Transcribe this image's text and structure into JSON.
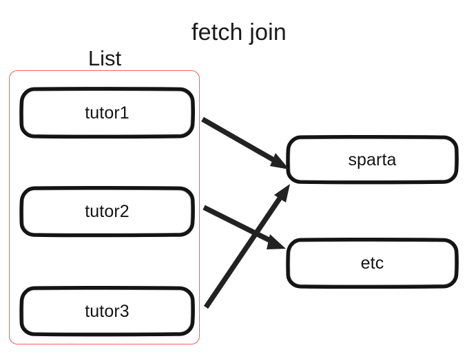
{
  "diagram": {
    "title": "fetch join",
    "background_color": "#ffffff",
    "group": {
      "label": "List",
      "border_color": "#f0605f",
      "members": [
        "tutor1",
        "tutor2",
        "tutor3"
      ]
    },
    "nodes": [
      {
        "id": "tutor1",
        "label": "tutor1",
        "side": "left",
        "border_color": "#141414"
      },
      {
        "id": "tutor2",
        "label": "tutor2",
        "side": "left",
        "border_color": "#141414"
      },
      {
        "id": "tutor3",
        "label": "tutor3",
        "side": "left",
        "border_color": "#141414"
      },
      {
        "id": "sparta",
        "label": "sparta",
        "side": "right",
        "border_color": "#141414"
      },
      {
        "id": "etc",
        "label": "etc",
        "side": "right",
        "border_color": "#141414"
      }
    ],
    "edges": [
      {
        "from": "tutor1",
        "to": "sparta",
        "style": "solid-arrow",
        "color": "#222222"
      },
      {
        "from": "tutor2",
        "to": "etc",
        "style": "solid-arrow",
        "color": "#222222"
      },
      {
        "from": "tutor3",
        "to": "sparta",
        "style": "solid-arrow",
        "color": "#222222"
      }
    ]
  }
}
